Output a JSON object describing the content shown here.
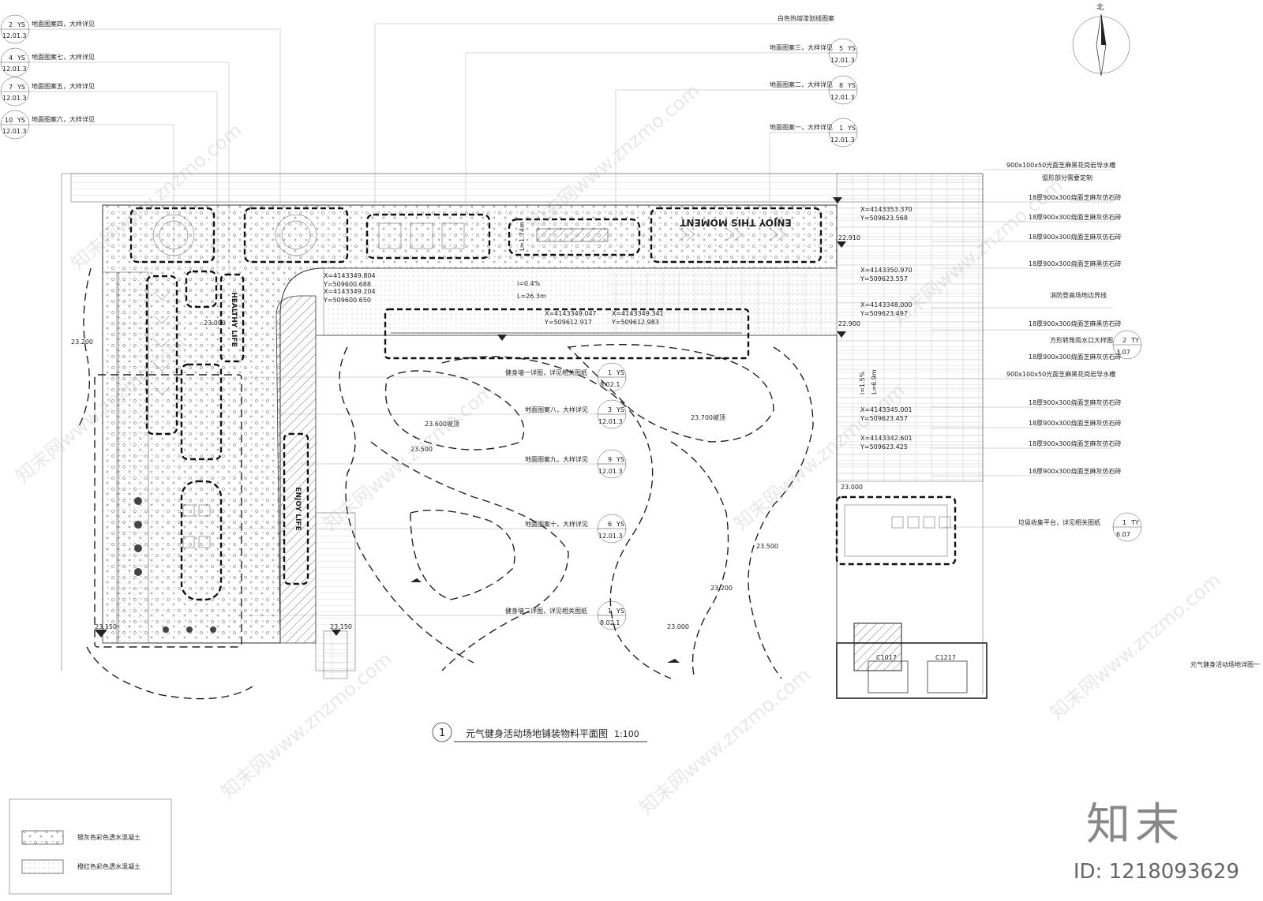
{
  "north": "北",
  "callouts_left": [
    {
      "text": "地面图案四，大样详见",
      "num": "2",
      "code": "YS",
      "sheet": "12.01.3"
    },
    {
      "text": "地面图案七，大样详见",
      "num": "4",
      "code": "YS",
      "sheet": "12.01.3"
    },
    {
      "text": "地面图案五，大样详见",
      "num": "7",
      "code": "YS",
      "sheet": "12.01.3"
    },
    {
      "text": "地面图案六，大样详见",
      "num": "10",
      "code": "YS",
      "sheet": "12.01.3"
    }
  ],
  "callouts_top": [
    {
      "text": "白色热熔漆划线图案"
    },
    {
      "text": "地面图案三，大样详见",
      "num": "5",
      "code": "YS",
      "sheet": "12.01.3"
    },
    {
      "text": "地面图案二，大样详见",
      "num": "8",
      "code": "YS",
      "sheet": "12.01.3"
    },
    {
      "text": "地面图案一，大样详见",
      "num": "1",
      "code": "YS",
      "sheet": "12.01.3"
    }
  ],
  "callouts_right": [
    {
      "text": "900x100x50光面芝麻黑花岗岩导水槽"
    },
    {
      "text": "弧形部分需要定制"
    },
    {
      "text": "18厚900x300烧面芝麻灰仿石砖"
    },
    {
      "text": "18厚900x300烧面芝麻灰仿石砖"
    },
    {
      "text": "18厚900x300烧面芝麻灰仿石砖"
    },
    {
      "text": "18厚900x300烧面芝麻黑仿石砖"
    },
    {
      "text": "消防登高场地边界线"
    },
    {
      "text": "18厚900x300烧面芝麻黑仿石砖"
    },
    {
      "text": "方形转角雨水口大样图",
      "num": "2",
      "code": "TY",
      "sheet": "3.07"
    },
    {
      "text": "18厚900x300烧面芝麻灰仿石砖"
    },
    {
      "text": "900x100x50光面芝麻黑花岗岩导水槽"
    },
    {
      "text": "18厚900x300烧面芝麻灰仿石砖"
    },
    {
      "text": "18厚900x300烧面芝麻灰仿石砖"
    },
    {
      "text": "18厚900x300烧面芝麻灰仿石砖"
    },
    {
      "text": "18厚900x300烧面芝麻灰仿石砖"
    },
    {
      "text": "垃圾收集平台，详见相关图纸",
      "num": "1",
      "code": "TY",
      "sheet": "6.07"
    }
  ],
  "callouts_center": [
    {
      "text": "健身墙一详图，详见相关图纸",
      "num": "1",
      "code": "YS",
      "sheet": "8.02.1"
    },
    {
      "text": "地面图案八，大样详见",
      "num": "3",
      "code": "YS",
      "sheet": "12.01.3"
    },
    {
      "text": "地面图案九，大样详见",
      "num": "9",
      "code": "YS",
      "sheet": "12.01.3"
    },
    {
      "text": "地面图案十，大样详见",
      "num": "6",
      "code": "YS",
      "sheet": "12.01.3"
    },
    {
      "text": "健身墙二详图，详见相关图纸",
      "num": "1",
      "code": "YS",
      "sheet": "8.02.1"
    }
  ],
  "coords": [
    {
      "x": "X=4143353.370",
      "y": "Y=509623.568"
    },
    {
      "x": "X=4143350.970",
      "y": "Y=509623.557"
    },
    {
      "x": "X=4143348.000",
      "y": "Y=509623.497"
    },
    {
      "x": "X=4143345.001",
      "y": "Y=509623.457"
    },
    {
      "x": "X=4143342.601",
      "y": "Y=509623.425"
    },
    {
      "x": "X=4143349.804",
      "y": "Y=509600.688"
    },
    {
      "x": "X=4143349.204",
      "y": "Y=509600.650"
    },
    {
      "x": "X=4143349.047",
      "y": "Y=509612.917"
    },
    {
      "x": "X=4143349.341",
      "y": "Y=509612.983"
    }
  ],
  "elevations": [
    "22.910",
    "22.900",
    "23.200",
    "23.600坡顶",
    "23.700坡顶",
    "23.500",
    "23.500",
    "23.200",
    "23.000",
    "23.150",
    "23.150",
    "23.000",
    "23.000"
  ],
  "slopes": [
    "i=0.4%",
    "L=26.3m",
    "i=1.5%",
    "L=6.9m",
    "L=1.74m"
  ],
  "pattern_labels": [
    "ENJOY THIS MOMENT",
    "HEALTHY LIFE",
    "ENJOY LIFE"
  ],
  "room_labels": [
    "C1017",
    "C1217"
  ],
  "right_edge_note": "元气健身活动场地详图一",
  "drawing_title": {
    "num": "1",
    "text": "元气健身活动场地铺装物料平面图",
    "scale": "1:100"
  },
  "legend": [
    {
      "text": "银灰色彩色透水混凝土"
    },
    {
      "text": "橙红色彩色透水混凝土"
    }
  ],
  "brand": "知末",
  "image_id": "ID: 1218093629",
  "watermark": "知末网www.znzmo.com",
  "colors": {
    "line": "#222222",
    "paper": "#ffffff",
    "watermark": "#969696"
  }
}
